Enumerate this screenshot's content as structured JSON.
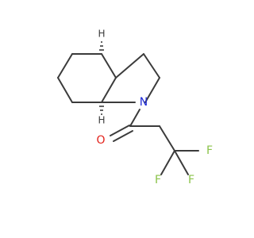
{
  "colors": {
    "bond": "#3b3b3b",
    "nitrogen": "#1f2bd8",
    "oxygen": "#e3221b",
    "fluorine": "#8bc34a",
    "hydrogen": "#3b3b3b"
  },
  "atoms": {
    "n1": "N",
    "o1": "O",
    "f1": "F",
    "f2": "F",
    "f3": "F",
    "h1": "H",
    "h2": "H"
  }
}
